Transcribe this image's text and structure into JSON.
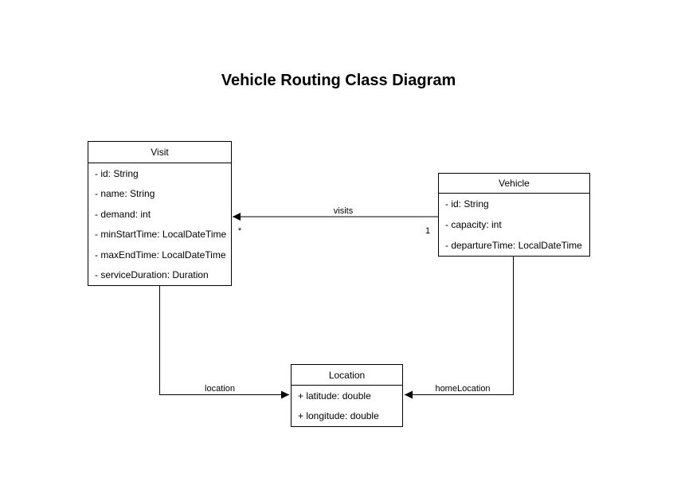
{
  "title": "Vehicle Routing Class Diagram",
  "colors": {
    "stroke": "#000000",
    "background": "#ffffff",
    "text": "#000000"
  },
  "classes": {
    "visit": {
      "name": "Visit",
      "attributes": [
        "- id: String",
        "- name: String",
        "- demand: int",
        "- minStartTime: LocalDateTime",
        "- maxEndTime: LocalDateTime",
        "- serviceDuration: Duration"
      ]
    },
    "vehicle": {
      "name": "Vehicle",
      "attributes": [
        "- id: String",
        "- capacity: int",
        "- departureTime: LocalDateTime"
      ]
    },
    "location": {
      "name": "Location",
      "attributes": [
        "+ latitude: double",
        "+ longitude: double"
      ]
    }
  },
  "relationships": {
    "visits": {
      "label": "visits",
      "from": "Vehicle",
      "to": "Visit",
      "source_multiplicity": "1",
      "target_multiplicity": "*"
    },
    "location": {
      "label": "location",
      "from": "Visit",
      "to": "Location"
    },
    "homeLocation": {
      "label": "homeLocation",
      "from": "Vehicle",
      "to": "Location"
    }
  }
}
